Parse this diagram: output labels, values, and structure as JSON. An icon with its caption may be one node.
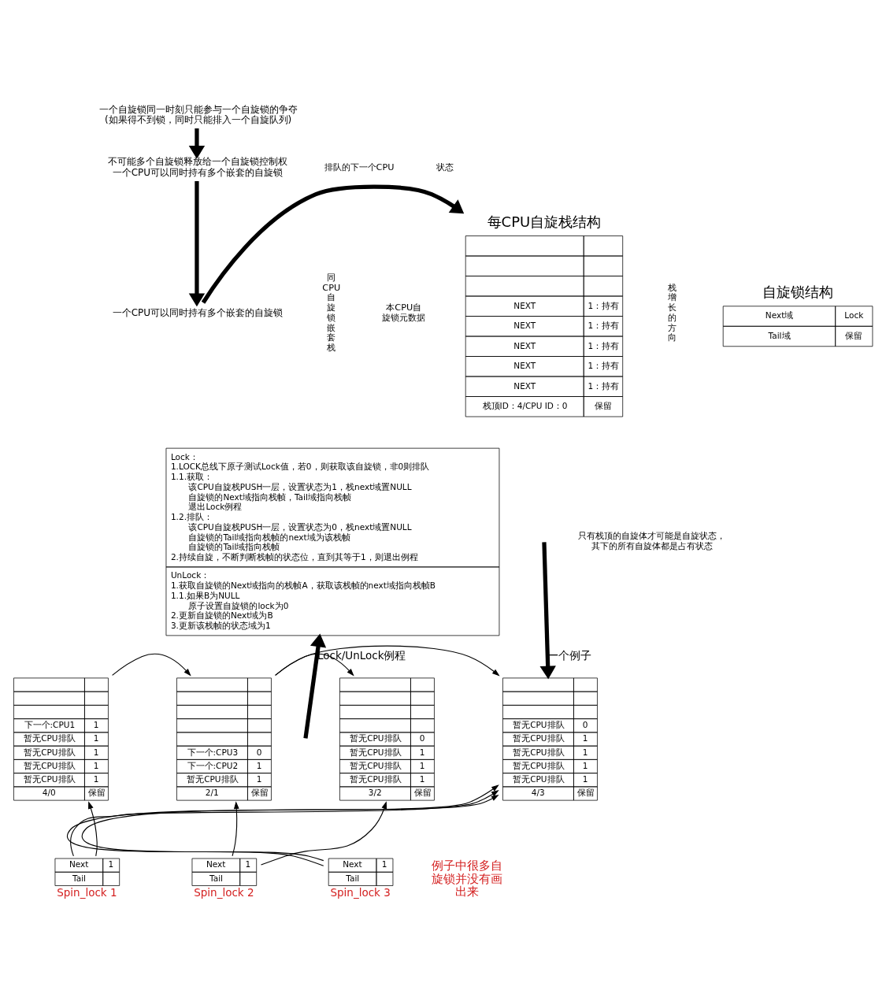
{
  "diagram": {
    "nodes": [
      {
        "text": [
          "一个自旋锁同一时刻只能参与一个自旋锁的争夺",
          "(如果得不到锁，同时只能排入一个自旋队列)"
        ]
      },
      {
        "text": [
          "不可能多个自旋锁释放给一个自旋锁控制权",
          "一个CPU可以同时持有多个嵌套的自旋锁"
        ]
      },
      {
        "text": [
          "一个CPU可以同时持有多个嵌套的自旋锁"
        ]
      },
      {
        "text": [
          "每CPU自旋栈结构",
          "NEXT",
          "1：持有",
          "NEXT",
          "1：持有",
          "NEXT",
          "1：持有",
          "NEXT",
          "1：持有",
          "NEXT",
          "1：持有",
          "栈顶ID：4/CPU ID：0",
          "保留"
        ]
      },
      {
        "text": [
          "自旋锁结构",
          "Next域",
          "Lock",
          "Tail域",
          "保留"
        ]
      },
      {
        "text": [
          "Lock：",
          "1.LOCK总线下原子测试Lock值，若0，则获取该自旋锁，非0则排队",
          "1.1.获取：",
          "该CPU自旋栈PUSH一层，设置状态为1，栈next域置NULL",
          "自旋锁的Next域指向栈帧，Tail域指向栈帧",
          "退出Lock例程",
          "1.2.排队：",
          "该CPU自旋栈PUSH一层，设置状态为0，栈next域置NULL",
          "自旋锁的Tail域指向栈帧的next域为该栈帧",
          "自旋锁的Tail域指向栈帧",
          "2.持续自旋，不断判断栈帧的状态位，直到其等于1，则退出例程",
          "UnLock：",
          "1.获取自旋锁的Next域指向的栈帧A，获取该栈帧的next域指向栈帧B",
          "1.1.如果B为NULL",
          "原子设置自旋锁的lock为0",
          "2.更新自旋锁的Next域为B",
          "3.更新该栈帧的状态域为1"
        ]
      },
      {
        "text": [
          "下一个:CPU1",
          "1",
          "暂无CPU排队",
          "1",
          "暂无CPU排队",
          "1",
          "暂无CPU排队",
          "1",
          "暂无CPU排队",
          "1",
          "4/0",
          "保留"
        ]
      },
      {
        "text": [
          "下一个:CPU3",
          "0",
          "下一个:CPU2",
          "1",
          "暂无CPU排队",
          "1",
          "2/1",
          "保留"
        ]
      },
      {
        "text": [
          "暂无CPU排队",
          "0",
          "暂无CPU排队",
          "1",
          "暂无CPU排队",
          "1",
          "暂无CPU排队",
          "1",
          "3/2",
          "保留"
        ]
      },
      {
        "text": [
          "暂无CPU排队",
          "0",
          "暂无CPU排队",
          "1",
          "暂无CPU排队",
          "1",
          "暂无CPU排队",
          "1",
          "暂无CPU排队",
          "1",
          "4/3",
          "保留"
        ]
      },
      {
        "text": [
          "Next",
          "1",
          "Tail"
        ],
        "beside": [
          "Spin_lock 1"
        ]
      },
      {
        "text": [
          "Next",
          "1",
          "Tail"
        ],
        "beside": [
          "Spin_lock 2"
        ]
      },
      {
        "text": [
          "Next",
          "1",
          "Tail"
        ],
        "beside": [
          "Spin_lock 3"
        ]
      }
    ],
    "edges": [
      {
        "from": 0,
        "to": 1,
        "arrow": "to",
        "style": "thick"
      },
      {
        "from": 1,
        "to": 2,
        "arrow": "to",
        "style": "thick"
      },
      {
        "from": 2,
        "to": 3,
        "arrow": "to",
        "style": "thick"
      },
      {
        "from": null,
        "to": 5,
        "arrow": "to",
        "style": "thick",
        "label": "Lock/UnLock例程"
      },
      {
        "from": null,
        "to": 9,
        "arrow": "to",
        "style": "thick",
        "label": "一个例子"
      },
      {
        "from": 6,
        "to": 7,
        "arrow": "to"
      },
      {
        "from": 7,
        "to": 9,
        "arrow": "to"
      },
      {
        "from": 7,
        "to": 8,
        "arrow": "to"
      },
      {
        "from": 10,
        "to": 6,
        "arrow": "to"
      },
      {
        "from": 10,
        "to": 9,
        "arrow": "to"
      },
      {
        "from": 11,
        "to": 7,
        "arrow": "to"
      },
      {
        "from": 11,
        "to": 8,
        "arrow": "to"
      },
      {
        "from": 12,
        "to": 9,
        "arrow": "to"
      },
      {
        "from": 12,
        "to": 9,
        "arrow": "to"
      }
    ],
    "labels": [
      "排队的下一个CPU",
      "状态",
      "同CPU自旋锁嵌套栈",
      "本CPU自旋锁元数据",
      "栈增长的方向",
      "只有栈顶的自旋体才可能是自旋状态，其下的所有自旋体都是占有状态",
      "例子中很多自旋锁并没有画出来"
    ]
  }
}
